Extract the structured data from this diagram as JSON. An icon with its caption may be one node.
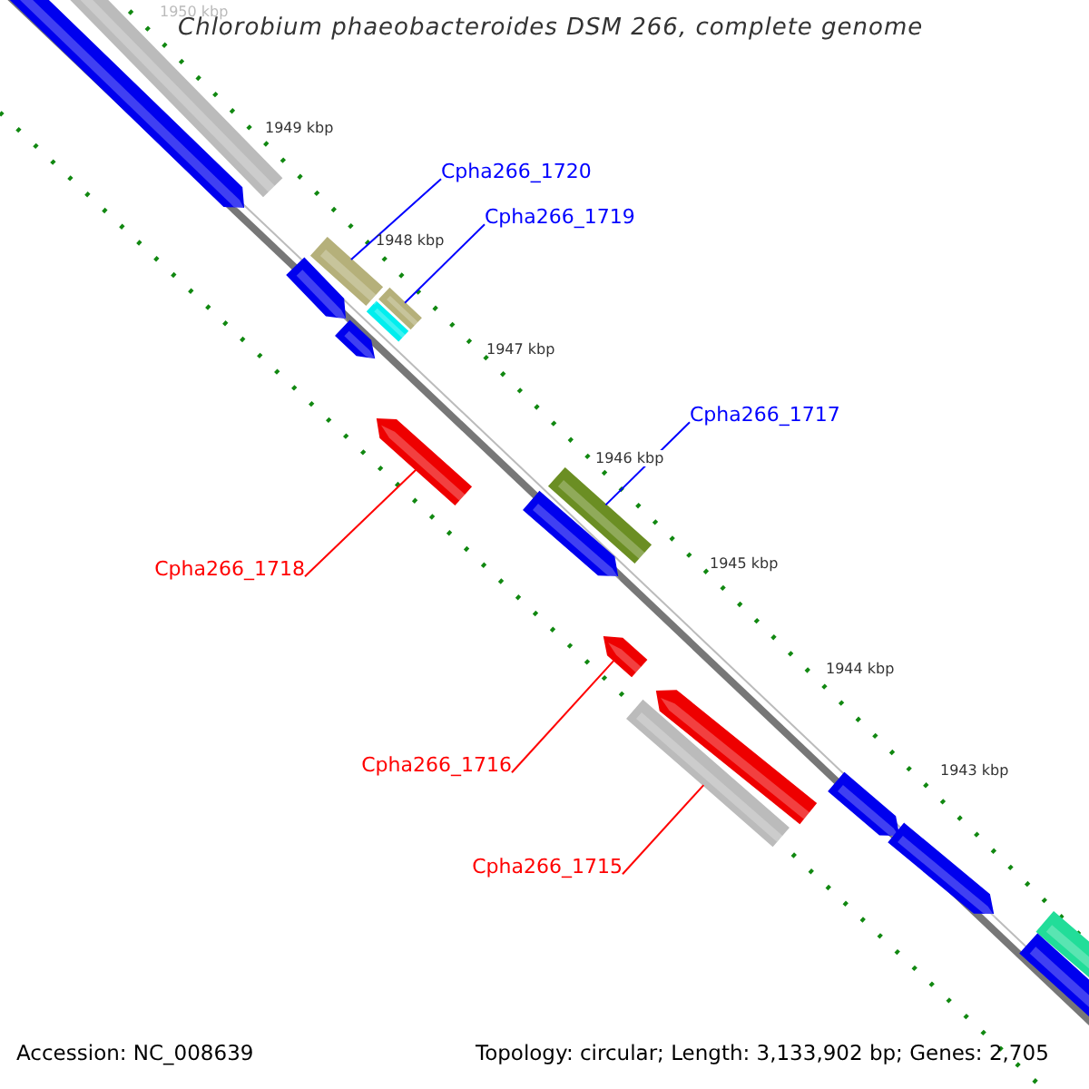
{
  "diagram": {
    "title": "Chlorobium phaeobacteroides DSM 266, complete genome",
    "nodes": [
      {
        "text": [
          "Cpha266_1720"
        ]
      },
      {
        "text": [],
        "shape": "bar"
      },
      {
        "text": [
          "Cpha266_1719"
        ]
      },
      {
        "text": [],
        "shape": "bar"
      },
      {
        "text": [
          "Cpha266_1717"
        ]
      },
      {
        "text": [],
        "shape": "bar"
      },
      {
        "text": [
          "Cpha266_1718"
        ]
      },
      {
        "text": [],
        "shape": "bar"
      },
      {
        "text": [
          "Cpha266_1716"
        ]
      },
      {
        "text": [],
        "shape": "bar"
      },
      {
        "text": [
          "Cpha266_1715"
        ]
      },
      {
        "text": [],
        "shape": "bar"
      }
    ],
    "edges": [
      {
        "from": 0,
        "to": 1,
        "arrow": "none",
        "color": "#0000ff"
      },
      {
        "from": 2,
        "to": 3,
        "arrow": "none",
        "color": "#0000ff"
      },
      {
        "from": 4,
        "to": 5,
        "arrow": "none",
        "color": "#0000ff"
      },
      {
        "from": 6,
        "to": 7,
        "arrow": "none",
        "color": "#ff0000"
      },
      {
        "from": 8,
        "to": 9,
        "arrow": "none",
        "color": "#ff0000"
      },
      {
        "from": 10,
        "to": 11,
        "arrow": "none",
        "color": "#ff0000"
      }
    ],
    "labels": [
      "1950 kbp",
      "1949 kbp",
      "1948 kbp",
      "1947 kbp",
      "1946 kbp",
      "1945 kbp",
      "1944 kbp",
      "1943 kbp",
      "Accession: NC_008639",
      "Topology: circular; Length: 3,133,902 bp; Genes: 2,705"
    ]
  }
}
